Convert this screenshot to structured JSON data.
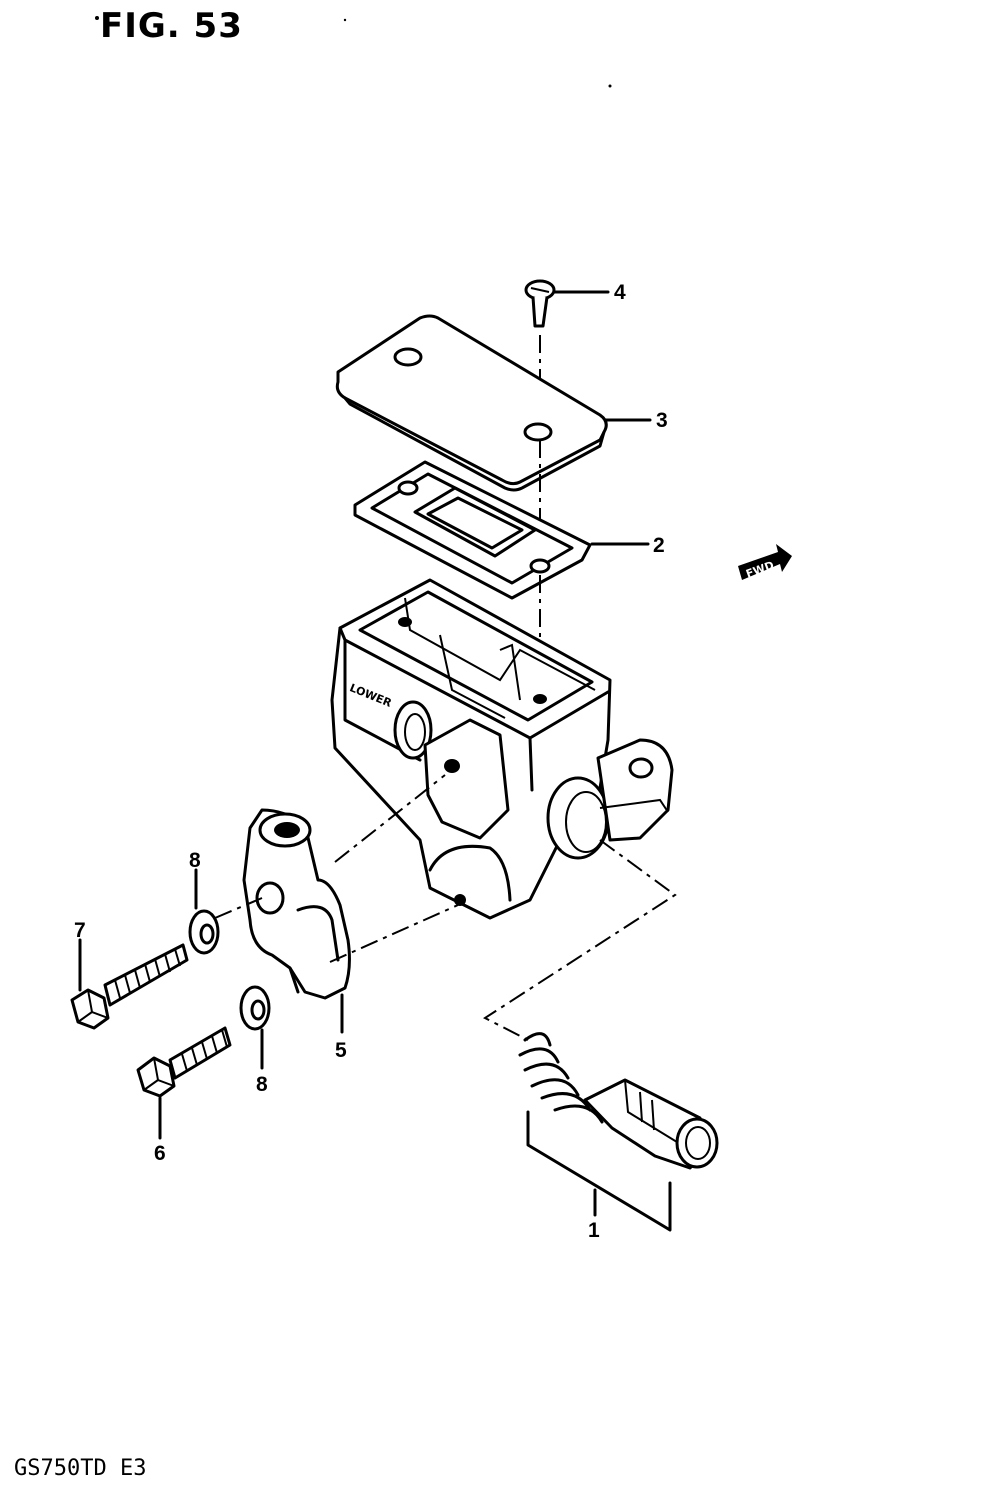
{
  "figure_title": "FIG. 53",
  "model_label": "GS750TD E3",
  "fwd_arrow_label": "FWD",
  "cast_text": "LOWER",
  "callouts": [
    {
      "id": "1",
      "label": "1"
    },
    {
      "id": "2",
      "label": "2"
    },
    {
      "id": "3",
      "label": "3"
    },
    {
      "id": "4",
      "label": "4"
    },
    {
      "id": "5",
      "label": "5"
    },
    {
      "id": "6",
      "label": "6"
    },
    {
      "id": "7",
      "label": "7"
    },
    {
      "id": "8a",
      "label": "8"
    },
    {
      "id": "8b",
      "label": "8"
    }
  ]
}
